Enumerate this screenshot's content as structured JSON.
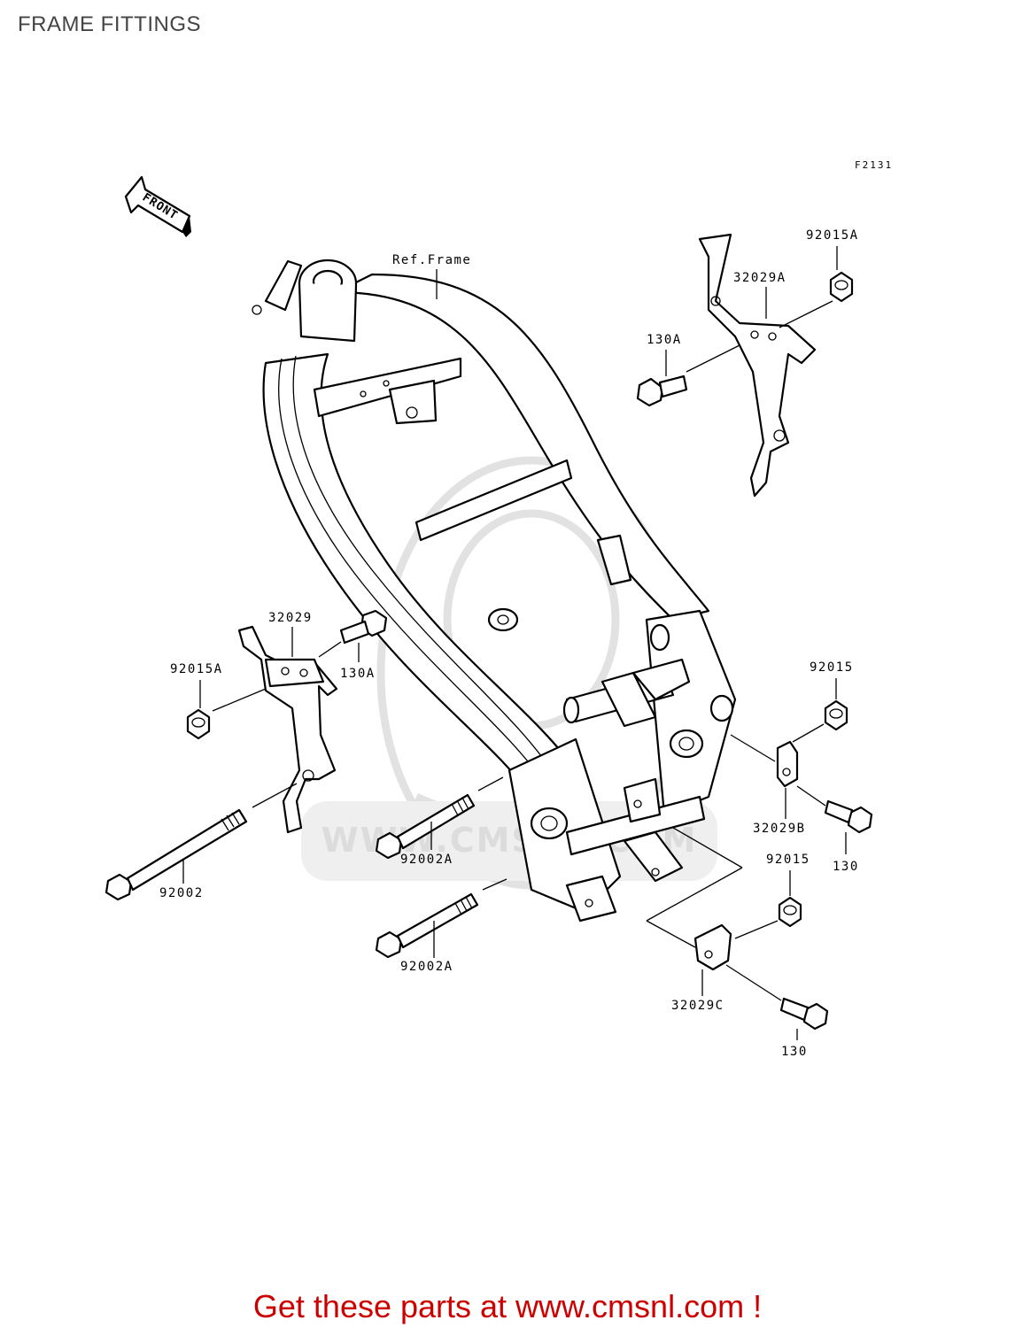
{
  "page": {
    "title": "FRAME FITTINGS"
  },
  "diagram": {
    "figure_code": "F2131",
    "direction_label": "FRONT",
    "frame_label": "Ref.Frame",
    "watermark": "WWW.CMSNL.COM",
    "parts": [
      {
        "id": "92015A-top",
        "number": "92015A",
        "description": "nut (upper right)"
      },
      {
        "id": "32029A",
        "number": "32029A",
        "description": "bracket (upper right)"
      },
      {
        "id": "130A-top",
        "number": "130A",
        "description": "bolt (upper right)"
      },
      {
        "id": "32029",
        "number": "32029",
        "description": "bracket (left)"
      },
      {
        "id": "92015A-left",
        "number": "92015A",
        "description": "nut (left)"
      },
      {
        "id": "130A-left",
        "number": "130A",
        "description": "bolt (left)"
      },
      {
        "id": "92015-upper",
        "number": "92015",
        "description": "nut (rear upper)"
      },
      {
        "id": "32029B",
        "number": "32029B",
        "description": "plate (rear upper)"
      },
      {
        "id": "130-upper",
        "number": "130",
        "description": "bolt (rear upper)"
      },
      {
        "id": "92015-lower",
        "number": "92015",
        "description": "nut (rear lower)"
      },
      {
        "id": "32029C",
        "number": "32029C",
        "description": "plate (rear lower)"
      },
      {
        "id": "130-lower",
        "number": "130",
        "description": "bolt (rear lower)"
      },
      {
        "id": "92002",
        "number": "92002",
        "description": "long bolt (left)"
      },
      {
        "id": "92002A-upper",
        "number": "92002A",
        "description": "bolt (center upper)"
      },
      {
        "id": "92002A-lower",
        "number": "92002A",
        "description": "bolt (center lower)"
      }
    ]
  },
  "footer": {
    "text": "Get these parts at www.cmsnl.com !",
    "color": "#cc0000"
  }
}
